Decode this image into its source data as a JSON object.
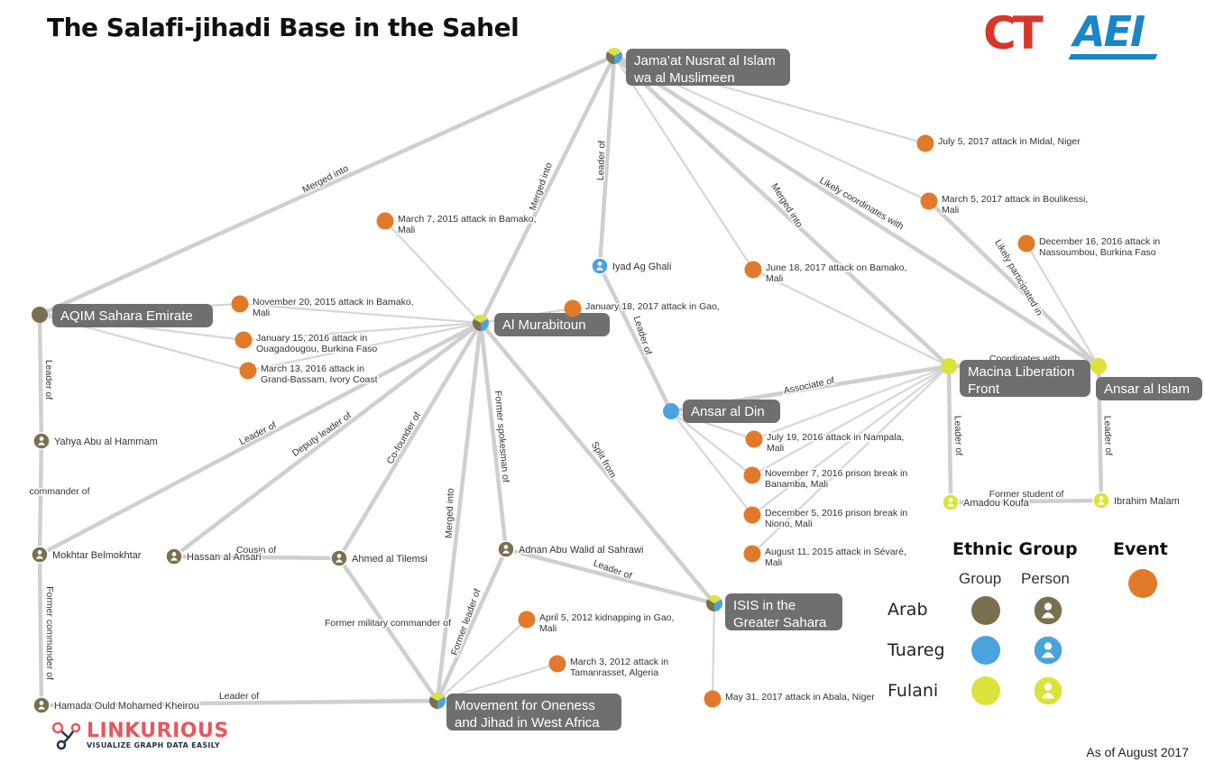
{
  "header": {
    "title": "The Salafi-jihadi Base in the Sahel",
    "logo_ct": "CT",
    "logo_aei": "AEI"
  },
  "footer": {
    "as_of": "As of August 2017",
    "brand_name": "LINKURIOUS",
    "brand_tagline": "VISUALIZE GRAPH DATA EASILY"
  },
  "legend": {
    "ethnic_title": "Ethnic Group",
    "event_title": "Event",
    "group_label": "Group",
    "person_label": "Person",
    "rows": [
      {
        "name": "Arab",
        "color": "#7a7050"
      },
      {
        "name": "Tuareg",
        "color": "#4aa3dc"
      },
      {
        "name": "Fulani",
        "color": "#dbe23a"
      }
    ],
    "event_color": "#e07a2a"
  },
  "colors": {
    "arab": "#7a7050",
    "tuareg": "#4aa3dc",
    "fulani": "#dbe23a",
    "event": "#e07a2a",
    "edge": "#cfcfcf",
    "label_box": "#6f6f6f"
  },
  "nodes": [
    {
      "id": "jnim",
      "label": "Jama'at Nusrat al Islam wa al Muslimeen",
      "lines": [
        "Jama’at Nusrat al Islam",
        "wa al Muslimeen"
      ],
      "kind": "group",
      "eth": [
        "fulani",
        "tuareg",
        "arab"
      ]
    },
    {
      "id": "aqim",
      "label": "AQIM Sahara Emirate",
      "lines": [
        "AQIM Sahara Emirate"
      ],
      "kind": "group",
      "eth": [
        "arab"
      ]
    },
    {
      "id": "murab",
      "label": "Al Murabitoun",
      "lines": [
        "Al Murabitoun"
      ],
      "kind": "group",
      "eth": [
        "fulani",
        "tuareg",
        "arab"
      ]
    },
    {
      "id": "mlf",
      "label": "Macina Liberation Front",
      "lines": [
        "Macina Liberation",
        "Front"
      ],
      "kind": "group",
      "eth": [
        "fulani"
      ]
    },
    {
      "id": "ansislam",
      "label": "Ansar al Islam",
      "lines": [
        "Ansar al Islam"
      ],
      "kind": "group",
      "eth": [
        "fulani"
      ]
    },
    {
      "id": "ansdin",
      "label": "Ansar al Din",
      "lines": [
        "Ansar al Din"
      ],
      "kind": "group",
      "eth": [
        "tuareg"
      ]
    },
    {
      "id": "isgs",
      "label": "ISIS in the Greater Sahara",
      "lines": [
        "ISIS in the",
        "Greater Sahara"
      ],
      "kind": "group",
      "eth": [
        "fulani",
        "tuareg",
        "arab"
      ]
    },
    {
      "id": "mujao",
      "label": "Movement for Oneness and Jihad in West Africa",
      "lines": [
        "Movement for Oneness",
        "and Jihad in West Africa"
      ],
      "kind": "group",
      "eth": [
        "fulani",
        "tuareg",
        "arab"
      ]
    },
    {
      "id": "iyad",
      "label": "Iyad Ag Ghali",
      "kind": "person",
      "eth": [
        "tuareg"
      ]
    },
    {
      "id": "yahya",
      "label": "Yahya Abu al Hammam",
      "kind": "person",
      "eth": [
        "arab"
      ]
    },
    {
      "id": "mokhtar",
      "label": "Mokhtar Belmokhtar",
      "kind": "person",
      "eth": [
        "arab"
      ]
    },
    {
      "id": "hassan",
      "label": "Hassan al Ansari",
      "kind": "person",
      "eth": [
        "arab"
      ]
    },
    {
      "id": "ahmed",
      "label": "Ahmed al Tilemsi",
      "kind": "person",
      "eth": [
        "arab"
      ]
    },
    {
      "id": "adnan",
      "label": "Adnan Abu Walid al Sahrawi",
      "kind": "person",
      "eth": [
        "arab"
      ]
    },
    {
      "id": "hamada",
      "label": "Hamada Ould Mohamed Kheirou",
      "kind": "person",
      "eth": [
        "arab"
      ]
    },
    {
      "id": "amadou",
      "label": "Amadou Koufa",
      "kind": "person",
      "eth": [
        "fulani"
      ]
    },
    {
      "id": "ibrahim",
      "label": "Ibrahim Malam",
      "kind": "person",
      "eth": [
        "fulani"
      ]
    },
    {
      "id": "e_midal",
      "label": "July 5, 2017 attack in Midal, Niger",
      "lines": [
        "July 5, 2017 attack in Midal, Niger"
      ],
      "kind": "event"
    },
    {
      "id": "e_boul",
      "label": "March 5, 2017 attack in Boulikessi, Mali",
      "lines": [
        "March 5, 2017 attack in Boulikessi,",
        "Mali"
      ],
      "kind": "event"
    },
    {
      "id": "e_nass",
      "label": "December 16, 2016 attack in Nassoumbou, Burkina Faso",
      "lines": [
        "December 16, 2016 attack in",
        "Nassoumbou, Burkina Faso"
      ],
      "kind": "event"
    },
    {
      "id": "e_bam15",
      "label": "March 7, 2015 attack in Bamako, Mali",
      "lines": [
        "March 7, 2015 attack in Bamako,",
        "Mali"
      ],
      "kind": "event"
    },
    {
      "id": "e_bam17",
      "label": "June 18, 2017 attack on Bamako, Mali",
      "lines": [
        "June 18, 2017 attack on Bamako,",
        "Mali"
      ],
      "kind": "event"
    },
    {
      "id": "e_bamnov",
      "label": "November 20, 2015 attack in Bamako, Mali",
      "lines": [
        "November 20, 2015 attack in Bamako,",
        "Mali"
      ],
      "kind": "event"
    },
    {
      "id": "e_gao17",
      "label": "January 18, 2017 attack in Gao,",
      "lines": [
        "January 18, 2017 attack in Gao,"
      ],
      "kind": "event"
    },
    {
      "id": "e_ouag",
      "label": "January 15, 2016 attack in Ouagadougou, Burkina Faso",
      "lines": [
        "January 15, 2016 attack in",
        "Ouagadougou, Burkina Faso"
      ],
      "kind": "event"
    },
    {
      "id": "e_gbass",
      "label": "March 13, 2016 attack in Grand-Bassam, Ivory Coast",
      "lines": [
        "March 13, 2016 attack in",
        "Grand-Bassam, Ivory Coast"
      ],
      "kind": "event"
    },
    {
      "id": "e_namp",
      "label": "July 19, 2016 attack in Nampala, Mali",
      "lines": [
        "July 19, 2016 attack in Nampala,",
        "Mali"
      ],
      "kind": "event"
    },
    {
      "id": "e_banam",
      "label": "November 7, 2016 prison break in Banamba, Mali",
      "lines": [
        "November 7, 2016 prison break in",
        "Banamba, Mali"
      ],
      "kind": "event"
    },
    {
      "id": "e_niono",
      "label": "December 5, 2016 prison break in Niono, Mali",
      "lines": [
        "December 5, 2016 prison break in",
        "Niono, Mali"
      ],
      "kind": "event"
    },
    {
      "id": "e_sevare",
      "label": "August 11, 2015 attack in Sévaré, Mali",
      "lines": [
        "August 11, 2015 attack in Sévaré,",
        "Mali"
      ],
      "kind": "event"
    },
    {
      "id": "e_gao12",
      "label": "April 5, 2012 kidnapping in Gao, Mali",
      "lines": [
        "April 5, 2012 kidnapping in Gao,",
        "Mali"
      ],
      "kind": "event"
    },
    {
      "id": "e_taman",
      "label": "March 3, 2012 attack in Tamanrasset, Algeria",
      "lines": [
        "March 3, 2012 attack in",
        "Tamanrasset, Algeria"
      ],
      "kind": "event"
    },
    {
      "id": "e_abala",
      "label": "May 31, 2017 attack in Abala, Niger",
      "lines": [
        "May 31, 2017 attack in Abala, Niger"
      ],
      "kind": "event"
    }
  ],
  "edges": [
    {
      "from": "aqim",
      "to": "jnim",
      "label": "Merged into"
    },
    {
      "from": "murab",
      "to": "jnim",
      "label": "Merged into"
    },
    {
      "from": "iyad",
      "to": "jnim",
      "label": "Leader of"
    },
    {
      "from": "mlf",
      "to": "jnim",
      "label": "Merged into"
    },
    {
      "from": "ansislam",
      "to": "jnim",
      "label": "Likely coordinates with"
    },
    {
      "from": "ansislam",
      "to": "e_boul",
      "label": "Likely participated in"
    },
    {
      "from": "iyad",
      "to": "ansdin",
      "label": "Leader of"
    },
    {
      "from": "ansdin",
      "to": "mlf",
      "label": "Associate of"
    },
    {
      "from": "mlf",
      "to": "ansislam",
      "label": "Coordinates with"
    },
    {
      "from": "amadou",
      "to": "mlf",
      "label": "Leader of"
    },
    {
      "from": "ibrahim",
      "to": "ansislam",
      "label": "Leader of"
    },
    {
      "from": "ibrahim",
      "to": "amadou",
      "label": "Former student of"
    },
    {
      "from": "yahya",
      "to": "aqim",
      "label": "Leader of"
    },
    {
      "from": "yahya",
      "to": "mokhtar",
      "label": "commander of"
    },
    {
      "from": "mokhtar",
      "to": "hamada",
      "label": "Former commander of"
    },
    {
      "from": "mokhtar",
      "to": "murab",
      "label": "Leader of"
    },
    {
      "from": "hassan",
      "to": "murab",
      "label": "Deputy leader of"
    },
    {
      "from": "ahmed",
      "to": "murab",
      "label": "Co-founder of"
    },
    {
      "from": "hassan",
      "to": "ahmed",
      "label": "Cousin of"
    },
    {
      "from": "adnan",
      "to": "murab",
      "label": "Former spokesman of"
    },
    {
      "from": "isgs",
      "to": "murab",
      "label": "Split from"
    },
    {
      "from": "mujao",
      "to": "murab",
      "label": "Merged into"
    },
    {
      "from": "adnan",
      "to": "isgs",
      "label": "Leader of"
    },
    {
      "from": "adnan",
      "to": "mujao",
      "label": "Former leader of"
    },
    {
      "from": "ahmed",
      "to": "mujao",
      "label": "Former military commander of"
    },
    {
      "from": "hamada",
      "to": "mujao",
      "label": "Leader of"
    }
  ]
}
